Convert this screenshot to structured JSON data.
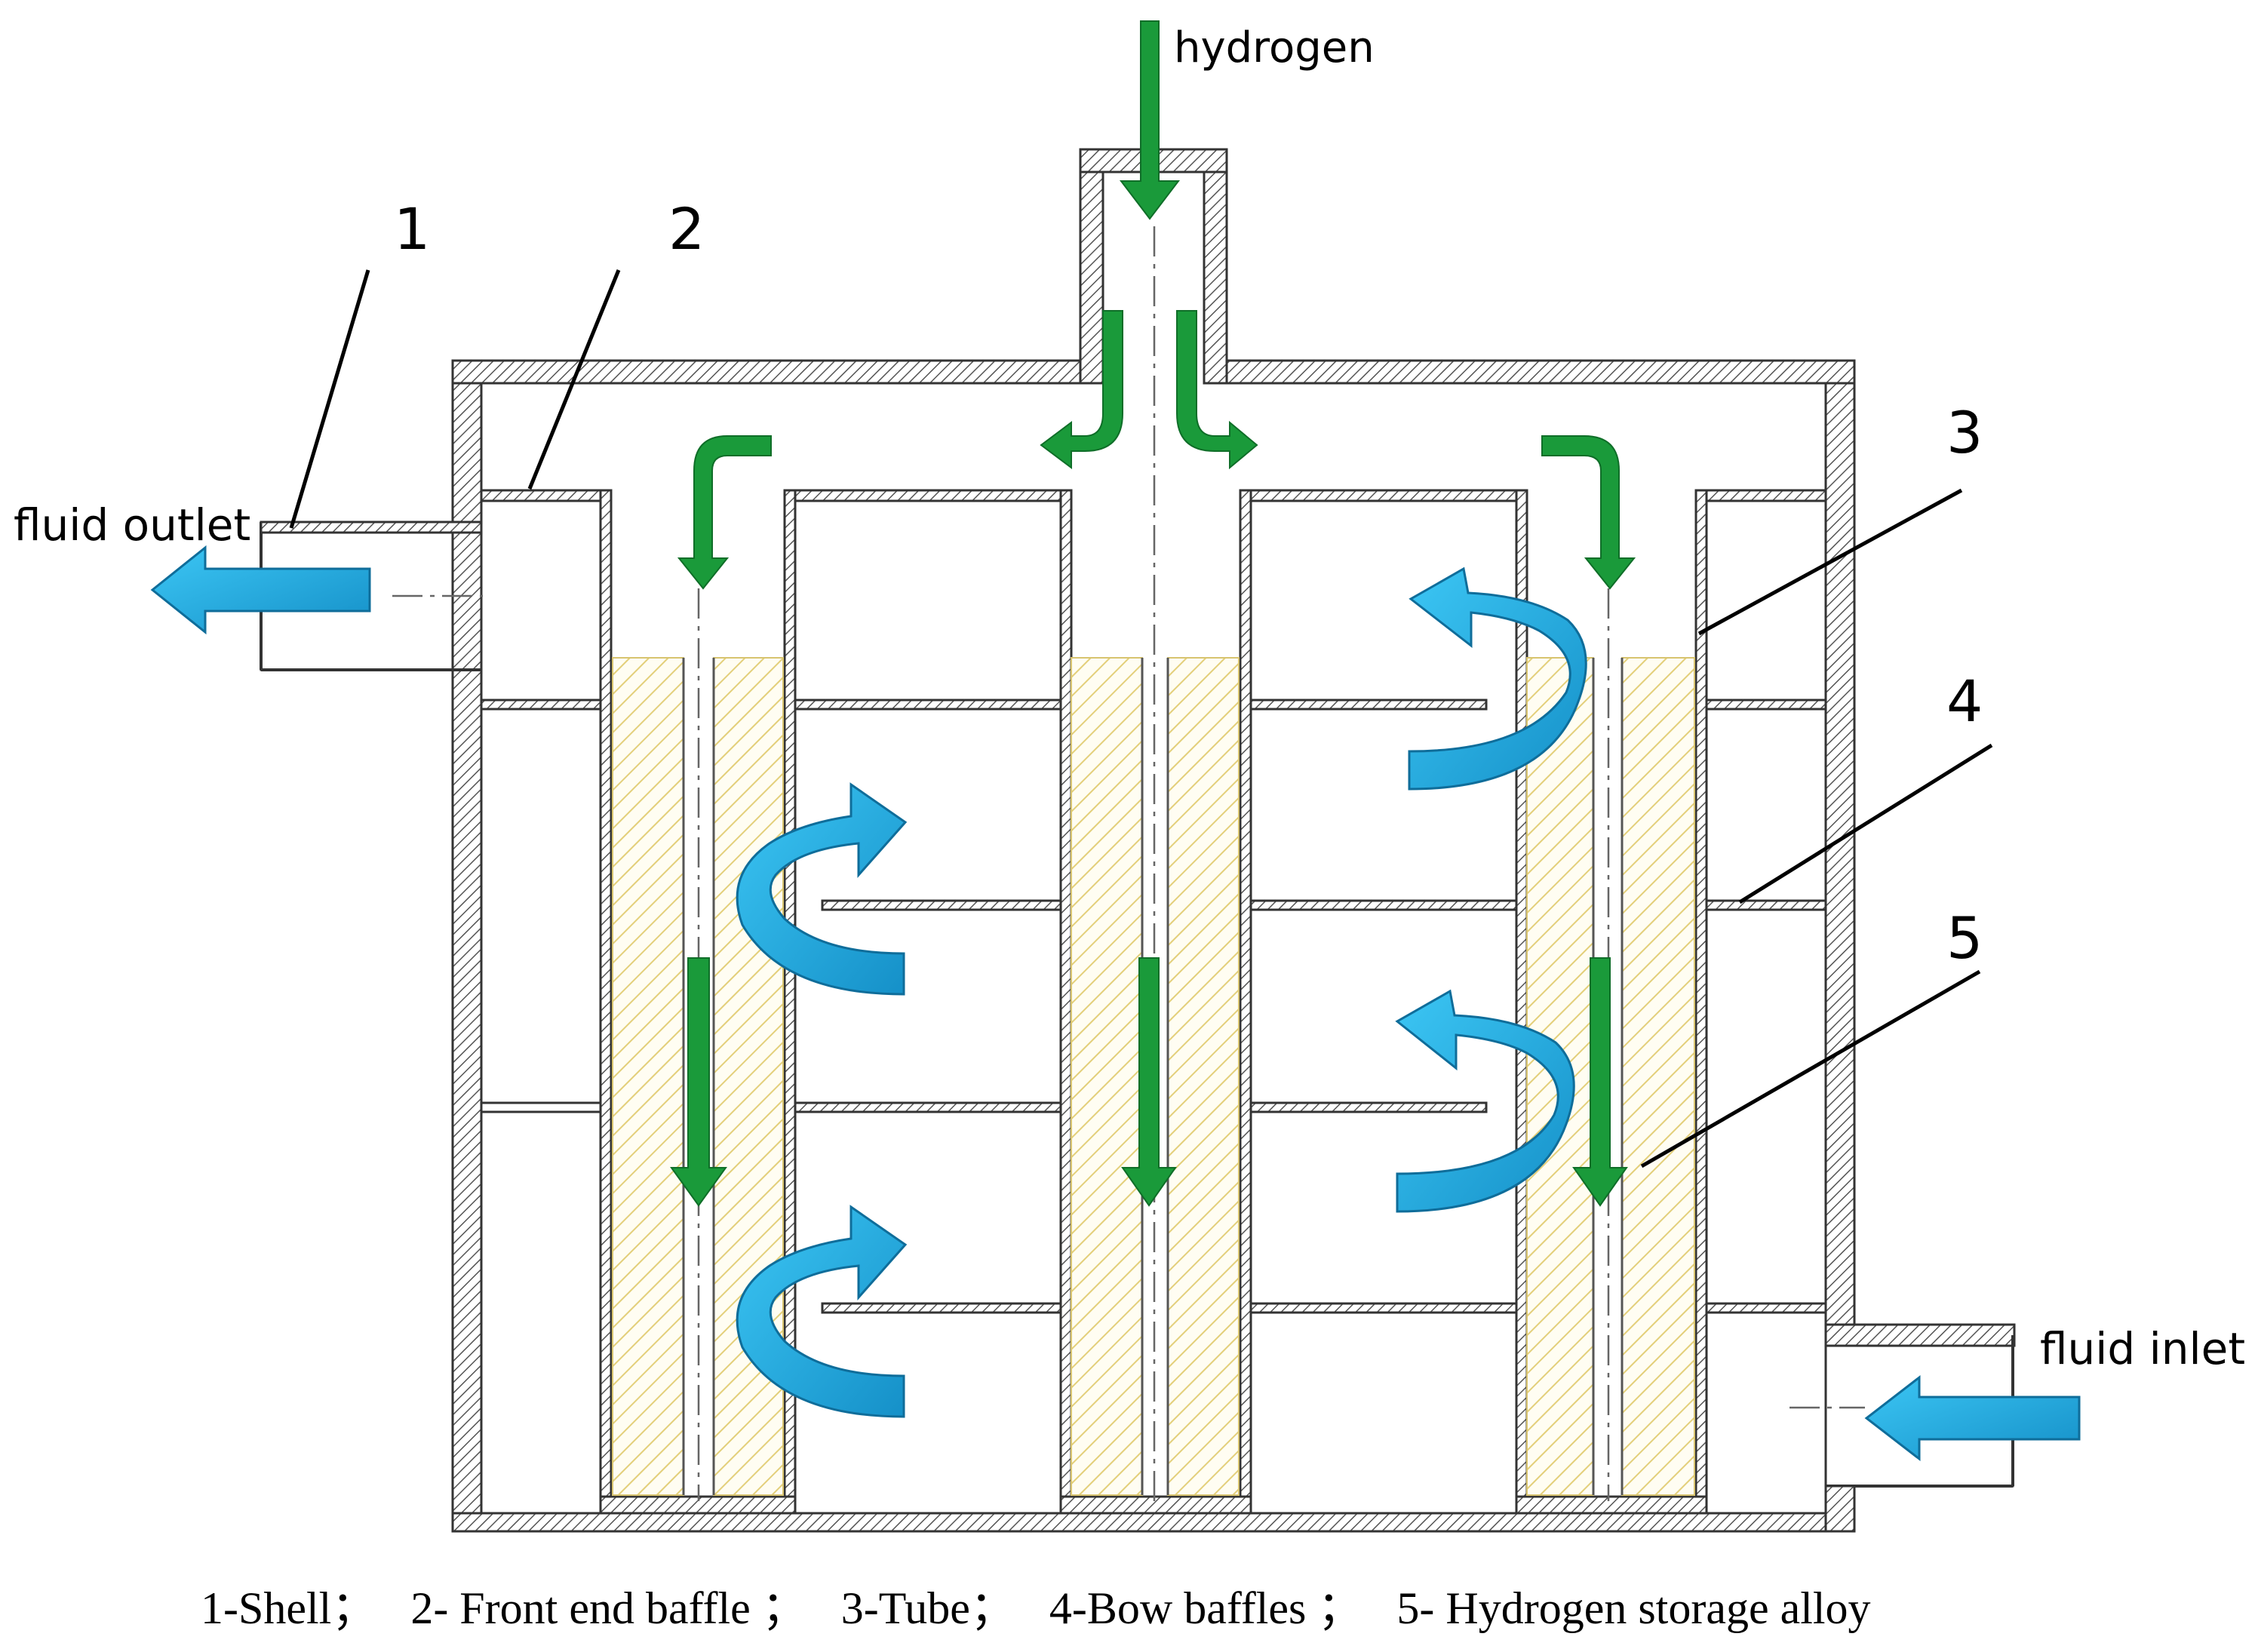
{
  "labels": {
    "hydrogen": "hydrogen",
    "fluid_outlet": "fluid outlet",
    "fluid_inlet": "fluid inlet"
  },
  "callouts": [
    "1",
    "2",
    "3",
    "4",
    "5"
  ],
  "caption": "1-Shell；   2- Front end baffle ；   3-Tube；   4-Bow baffles ；   5- Hydrogen storage alloy",
  "colors": {
    "hydrogen_arrow": "#1a9a3a",
    "fluid_arrow": "#29b3ea",
    "alloy_hatch": "#e9d98a",
    "wall": "#444444"
  }
}
